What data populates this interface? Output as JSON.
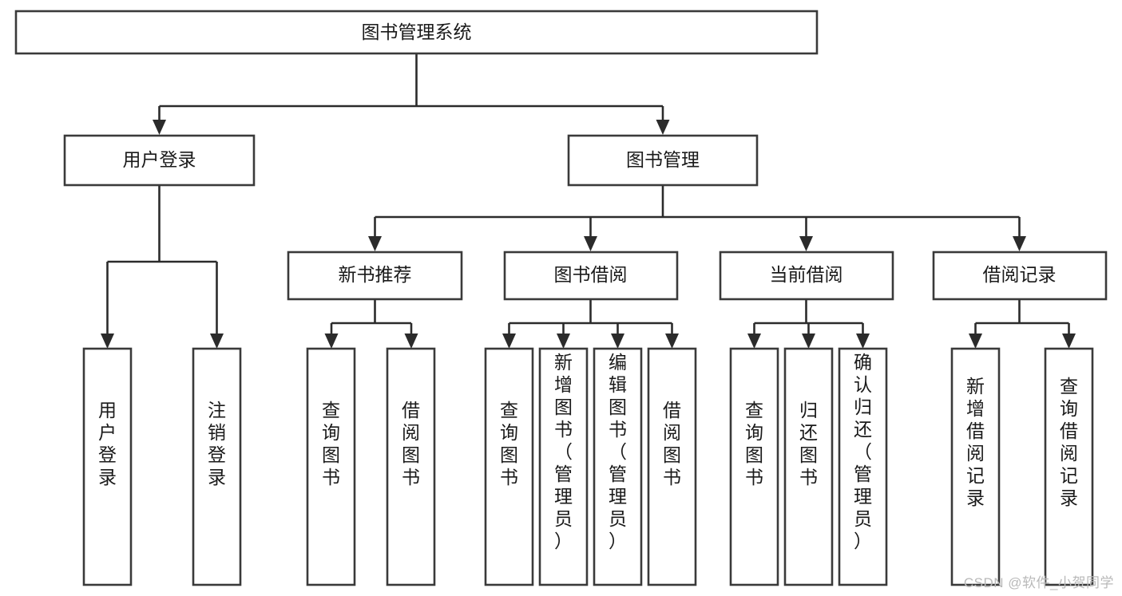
{
  "diagram": {
    "type": "tree",
    "orientation": "top-down",
    "root": {
      "id": "root",
      "label": "图书管理系统",
      "text_orientation": "horizontal"
    },
    "level1": [
      {
        "id": "user-login",
        "label": "用户登录",
        "text_orientation": "horizontal"
      },
      {
        "id": "book-management",
        "label": "图书管理",
        "text_orientation": "horizontal"
      }
    ],
    "level2": [
      {
        "id": "new-book-recommend",
        "parent": "book-management",
        "label": "新书推荐",
        "text_orientation": "horizontal"
      },
      {
        "id": "book-borrow",
        "parent": "book-management",
        "label": "图书借阅",
        "text_orientation": "horizontal"
      },
      {
        "id": "current-borrow",
        "parent": "book-management",
        "label": "当前借阅",
        "text_orientation": "horizontal"
      },
      {
        "id": "borrow-record",
        "parent": "book-management",
        "label": "借阅记录",
        "text_orientation": "horizontal"
      }
    ],
    "leaves": [
      {
        "id": "leaf-user-login",
        "parent": "user-login",
        "label": "用户登录",
        "text_orientation": "vertical"
      },
      {
        "id": "leaf-logout-login",
        "parent": "user-login",
        "label": "注销登录",
        "text_orientation": "vertical"
      },
      {
        "id": "leaf-query-book-1",
        "parent": "new-book-recommend",
        "label": "查询图书",
        "text_orientation": "vertical"
      },
      {
        "id": "leaf-borrow-book-1",
        "parent": "new-book-recommend",
        "label": "借阅图书",
        "text_orientation": "vertical"
      },
      {
        "id": "leaf-query-book-2",
        "parent": "book-borrow",
        "label": "查询图书",
        "text_orientation": "vertical"
      },
      {
        "id": "leaf-add-book-admin",
        "parent": "book-borrow",
        "label": "新增图书（管理员）",
        "text_orientation": "vertical"
      },
      {
        "id": "leaf-edit-book-admin",
        "parent": "book-borrow",
        "label": "编辑图书（管理员）",
        "text_orientation": "vertical"
      },
      {
        "id": "leaf-borrow-book-2",
        "parent": "book-borrow",
        "label": "借阅图书",
        "text_orientation": "vertical"
      },
      {
        "id": "leaf-query-book-3",
        "parent": "current-borrow",
        "label": "查询图书",
        "text_orientation": "vertical"
      },
      {
        "id": "leaf-return-book",
        "parent": "current-borrow",
        "label": "归还图书",
        "text_orientation": "vertical"
      },
      {
        "id": "leaf-confirm-return-admin",
        "parent": "current-borrow",
        "label": "确认归还（管理员）",
        "text_orientation": "vertical"
      },
      {
        "id": "leaf-add-borrow-record",
        "parent": "borrow-record",
        "label": "新增借阅记录",
        "text_orientation": "vertical"
      },
      {
        "id": "leaf-query-borrow-record",
        "parent": "borrow-record",
        "label": "查询借阅记录",
        "text_orientation": "vertical"
      }
    ],
    "colors": {
      "box_fill": "#ffffff",
      "box_stroke": "#3a3a3a",
      "connector": "#2b2b2b",
      "text": "#1a1a1a",
      "background": "#ffffff",
      "watermark": "#b9b9b9"
    }
  },
  "watermark": {
    "text": "CSDN @软件_小贺同学"
  }
}
